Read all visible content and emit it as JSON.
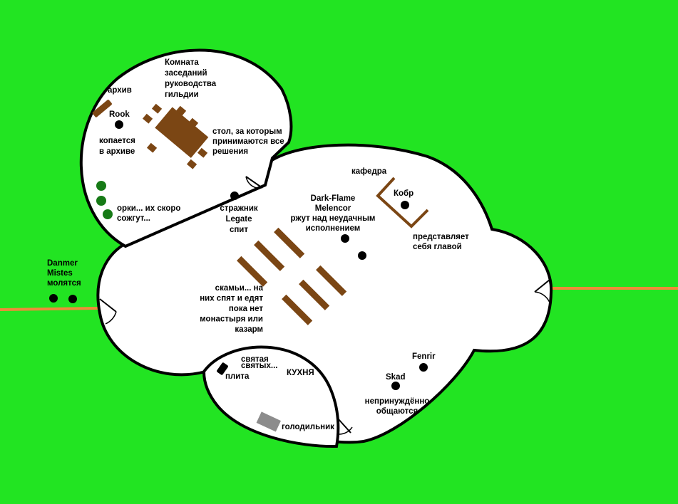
{
  "colors": {
    "background": "#22e422",
    "floor": "#ffffff",
    "wall": "#000000",
    "wood": "#7b4614",
    "orc": "#167a16",
    "road": "#f08a3a",
    "fridge": "#8c8c8c",
    "npc": "#000000"
  },
  "labels": {
    "meeting_room": [
      "Комната",
      "заседаний",
      "руководства",
      "гильдии"
    ],
    "archive": [
      "архив"
    ],
    "rook": [
      "Rook"
    ],
    "rook_action": [
      "копается",
      "в архиве"
    ],
    "table": [
      "стол, за которым",
      "принимаются все",
      "решения"
    ],
    "orcs": [
      "орки... их скоро",
      "сожгут..."
    ],
    "guard": [
      "стражник",
      "Legate",
      "спит"
    ],
    "dark_flame": [
      "Dark-Flame",
      "Melencor",
      "ржут над неудачным",
      "исполнением"
    ],
    "lectern": [
      "кафедра"
    ],
    "kobr": [
      "Кобр"
    ],
    "kobr_action": [
      "представляет",
      "себя главой"
    ],
    "danmer": [
      "Danmer",
      "Mistes",
      "молятся"
    ],
    "benches": [
      "скамьи... на",
      "них спят и едят",
      "пока нет",
      "монастыря или",
      "казарм"
    ],
    "holy": [
      "святая",
      "святых..."
    ],
    "kitchen": [
      "КУХНЯ"
    ],
    "stove": [
      "плита"
    ],
    "fridge": [
      "голодильник"
    ],
    "fenrir": [
      "Fenrir"
    ],
    "skad": [
      "Skad"
    ],
    "chat": [
      "непринуждённо",
      "общаются"
    ]
  }
}
